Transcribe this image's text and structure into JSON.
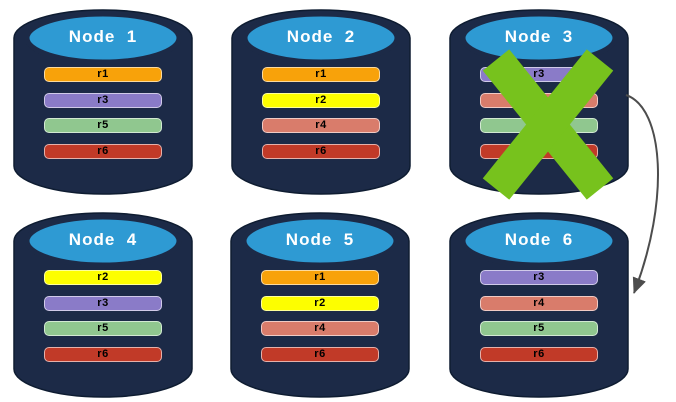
{
  "nodes": [
    {
      "name": "Node  1",
      "replicas": [
        {
          "label": "r1",
          "color": "#F8A20A"
        },
        {
          "label": "r3",
          "color": "#8A7BC8"
        },
        {
          "label": "r5",
          "color": "#90C78F"
        },
        {
          "label": "r6",
          "color": "#C13A28"
        }
      ]
    },
    {
      "name": "Node  2",
      "replicas": [
        {
          "label": "r1",
          "color": "#F8A20A"
        },
        {
          "label": "r2",
          "color": "#FDFE00"
        },
        {
          "label": "r4",
          "color": "#D97C6B"
        },
        {
          "label": "r6",
          "color": "#C13A28"
        }
      ]
    },
    {
      "name": "Node  3",
      "failed": true,
      "replicas": [
        {
          "label": "r3",
          "color": "#8A7BC8"
        },
        {
          "label": "",
          "color": "#D97C6B"
        },
        {
          "label": "",
          "color": "#90C78F"
        },
        {
          "label": "",
          "color": "#C13A28"
        }
      ]
    },
    {
      "name": "Node  4",
      "replicas": [
        {
          "label": "r2",
          "color": "#FDFE00"
        },
        {
          "label": "r3",
          "color": "#8A7BC8"
        },
        {
          "label": "r5",
          "color": "#90C78F"
        },
        {
          "label": "r6",
          "color": "#C13A28"
        }
      ]
    },
    {
      "name": "Node  5",
      "replicas": [
        {
          "label": "r1",
          "color": "#F8A20A"
        },
        {
          "label": "r2",
          "color": "#FDFE00"
        },
        {
          "label": "r4",
          "color": "#D97C6B"
        },
        {
          "label": "r6",
          "color": "#C13A28"
        }
      ]
    },
    {
      "name": "Node  6",
      "replicas": [
        {
          "label": "r3",
          "color": "#8A7BC8"
        },
        {
          "label": "r4",
          "color": "#D97C6B"
        },
        {
          "label": "r5",
          "color": "#90C78F"
        },
        {
          "label": "r6",
          "color": "#C13A28"
        }
      ]
    }
  ],
  "colors": {
    "background": "#FFFFFF",
    "cylinder_body": "#1C2A47",
    "cylinder_outline": "#0E1C31",
    "cylinder_top": "#2E9AD3",
    "title_text": "#FFFFFF",
    "bar_text": "#000000",
    "failure_x": "#77C21D",
    "arrow": "#4D4D4D"
  },
  "icons": {
    "failure": "x-mark-icon",
    "migration": "curved-arrow-icon"
  }
}
